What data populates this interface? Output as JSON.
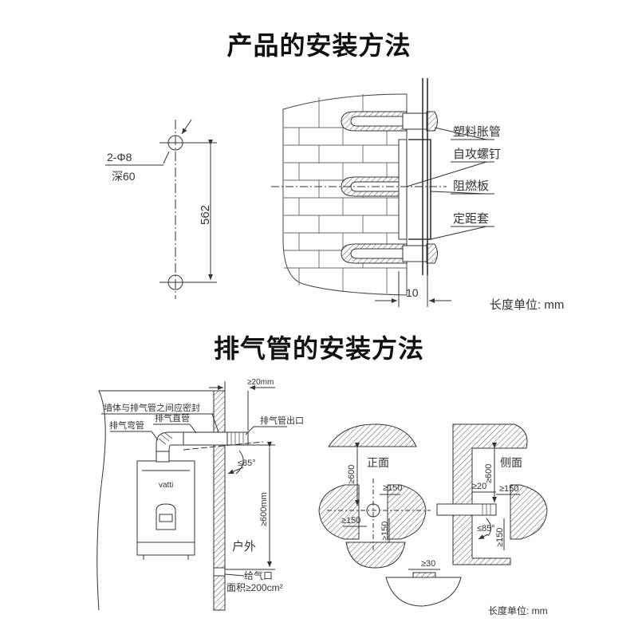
{
  "titles": {
    "product_install": "产品的安装方法",
    "exhaust_install": "排气管的安装方法"
  },
  "product_install": {
    "hole_spec_line1": "2-Φ8",
    "hole_spec_line2": "深60",
    "hole_spacing": "562",
    "labels": {
      "plastic_anchor": "塑料胀管",
      "self_tapping_screw": "自攻螺钉",
      "fire_board": "阻燃板",
      "spacer": "定距套"
    },
    "spacer_dim": "10",
    "unit_note": "长度单位: mm"
  },
  "exhaust_install": {
    "labels": {
      "wall_seal": "墙体与排气管之间应密封",
      "elbow": "排气弯管",
      "straight_pipe": "排气直管",
      "outlet": "排气管出口",
      "outdoor": "户外",
      "air_inlet": "给气口",
      "inlet_area": "面积≥200cm²",
      "brand": "vatti"
    },
    "dims": {
      "gap_20mm": "≥20mm",
      "angle_85": "≤85°",
      "height_600": "≥600mm"
    },
    "front_view": {
      "title": "正面",
      "d600": "≥600",
      "d150_right": "≥150",
      "d150_left": "≥150",
      "d150_bottom": "≥150",
      "d30": "≥30"
    },
    "side_view": {
      "title": "侧面",
      "d600": "≥600",
      "d20": "≥20",
      "d150": "≥150",
      "angle_85": "≤85°",
      "d150_bottom": "≥150"
    },
    "unit_note": "长度单位: mm"
  }
}
